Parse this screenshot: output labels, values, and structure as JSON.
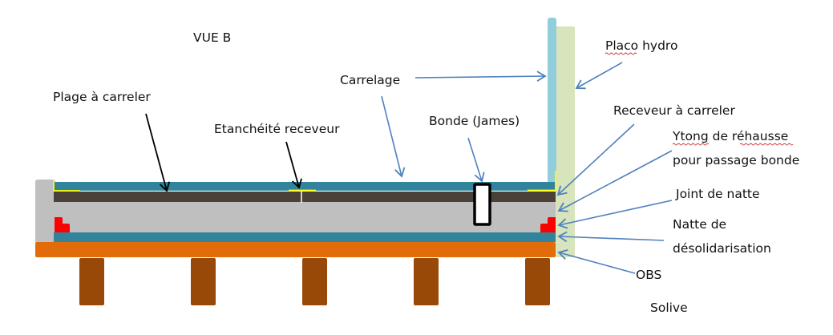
{
  "title": "VUE B",
  "colors": {
    "carrelage": "#31849b",
    "etancheite": "#4a4238",
    "ytong": "#bfbfbf",
    "natte": "#31849b",
    "obs": "#e36c0a",
    "solive": "#984807",
    "placo": "#d7e4bc",
    "carrelage_mur": "#92cddc",
    "joint": "#ff0000",
    "bande": "#ffff00",
    "arrow_blue": "#4f81bd",
    "arrow_black": "#000000"
  },
  "labels": {
    "plage": "Plage  à carreler",
    "etancheite": "Etanchéité receveur",
    "carrelage": "Carrelage",
    "bonde": "Bonde (James)",
    "placo": "Placo hydro",
    "receveur": "Receveur à carreler",
    "ytong_line1": "Ytong de réhausse",
    "ytong_line2": "pour passage bonde",
    "joint": "Joint de natte",
    "natte_line1": "Natte de",
    "natte_line2": "désolidarisation",
    "obs": "OBS",
    "solive": "Solive"
  },
  "solive_count": 5
}
